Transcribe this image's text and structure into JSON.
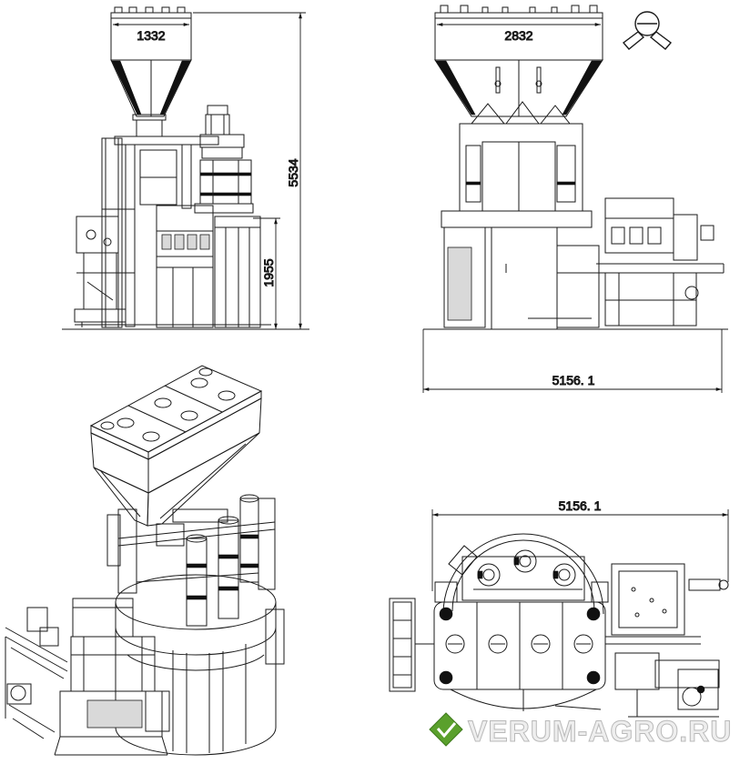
{
  "drawing": {
    "front_view": {
      "hopper_width_label": "1332",
      "overall_height_label": "5534",
      "platform_height_label": "1955"
    },
    "side_view": {
      "hopper_width_label": "2832",
      "overall_length_label": "5156. 1"
    },
    "top_view": {
      "overall_length_label": "5156. 1"
    },
    "icons": [
      "rotary-layout-icon",
      "watermark-logo-icon"
    ],
    "colors": {
      "line": "#1a1a1a",
      "background": "#ffffff",
      "watermark_logo": "#5aa02c"
    }
  },
  "watermark": {
    "text": "VERUM-AGRO.RU"
  }
}
